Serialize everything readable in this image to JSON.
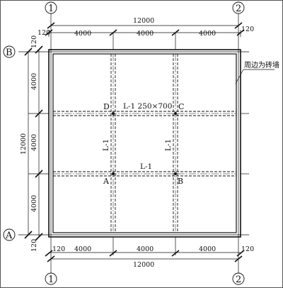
{
  "axes": {
    "col_1": "1",
    "col_2": "2",
    "row_A": "A",
    "row_B": "B"
  },
  "dimensions": {
    "top_total": "12000",
    "top_offset_left": "120",
    "top_offset_right": "120",
    "top_spans": [
      "4000",
      "4000",
      "4000"
    ],
    "bottom_total": "12000",
    "bottom_offset_left": "120",
    "bottom_offset_right": "120",
    "bottom_spans": [
      "4000",
      "4000",
      "4000"
    ],
    "left_total": "12000",
    "left_offset_top": "120",
    "left_offset_bottom": "120",
    "left_spans": [
      "4000",
      "4000",
      "4000"
    ]
  },
  "points": {
    "A": "A",
    "B": "B",
    "C": "C",
    "D": "D"
  },
  "beams": {
    "top_label": "L-1 250×700",
    "bottom_label": "L-1",
    "left_vertical": "L-1",
    "right_vertical": "L-1"
  },
  "note": "周边为砖墙"
}
